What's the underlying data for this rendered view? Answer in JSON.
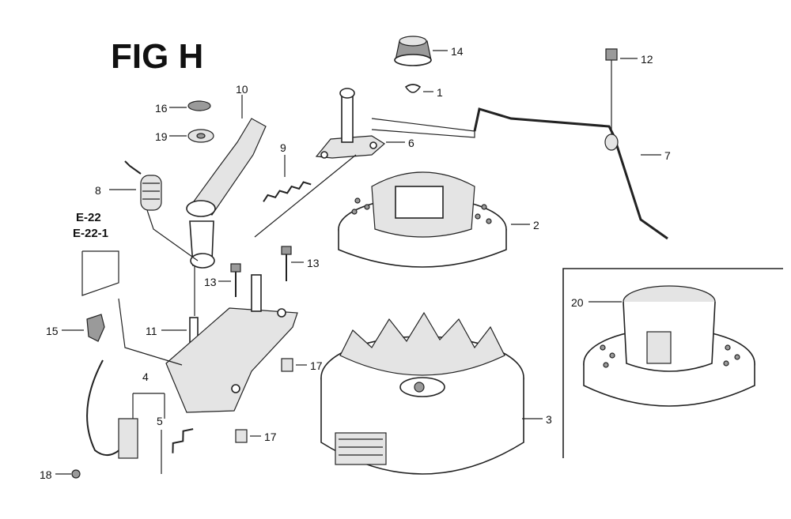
{
  "figure": {
    "title": "FIG H",
    "references": [
      "E-22",
      "E-22-1"
    ],
    "callouts": [
      {
        "id": "c1",
        "label": "1"
      },
      {
        "id": "c2",
        "label": "2"
      },
      {
        "id": "c3",
        "label": "3"
      },
      {
        "id": "c4",
        "label": "4"
      },
      {
        "id": "c5",
        "label": "5"
      },
      {
        "id": "c6",
        "label": "6"
      },
      {
        "id": "c7",
        "label": "7"
      },
      {
        "id": "c8",
        "label": "8"
      },
      {
        "id": "c9",
        "label": "9"
      },
      {
        "id": "c10",
        "label": "10"
      },
      {
        "id": "c11",
        "label": "11"
      },
      {
        "id": "c12",
        "label": "12"
      },
      {
        "id": "c13a",
        "label": "13"
      },
      {
        "id": "c13b",
        "label": "13"
      },
      {
        "id": "c14",
        "label": "14"
      },
      {
        "id": "c15",
        "label": "15"
      },
      {
        "id": "c16",
        "label": "16"
      },
      {
        "id": "c17a",
        "label": "17"
      },
      {
        "id": "c17b",
        "label": "17"
      },
      {
        "id": "c18",
        "label": "18"
      },
      {
        "id": "c19",
        "label": "19"
      },
      {
        "id": "c20",
        "label": "20"
      }
    ]
  }
}
